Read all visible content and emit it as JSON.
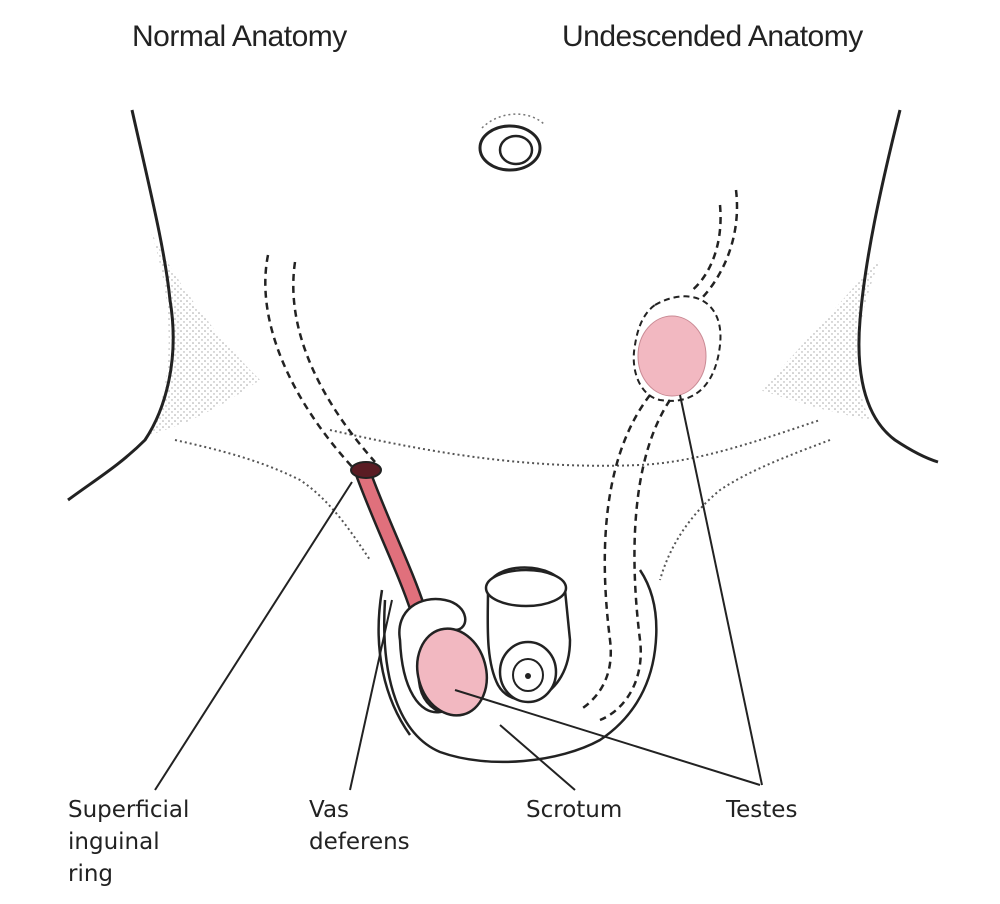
{
  "titles": {
    "normal": "Normal Anatomy",
    "undescended": "Undescended Anatomy"
  },
  "labels": {
    "superficial_inguinal_ring": [
      "Superficial",
      "inguinal",
      "ring"
    ],
    "vas_deferens": [
      "Vas",
      "deferens"
    ],
    "scrotum": "Scrotum",
    "testes": "Testes"
  },
  "colors": {
    "testis_fill": "#f2b8c1",
    "vas_fill": "#e0707c",
    "line": "#222222"
  }
}
